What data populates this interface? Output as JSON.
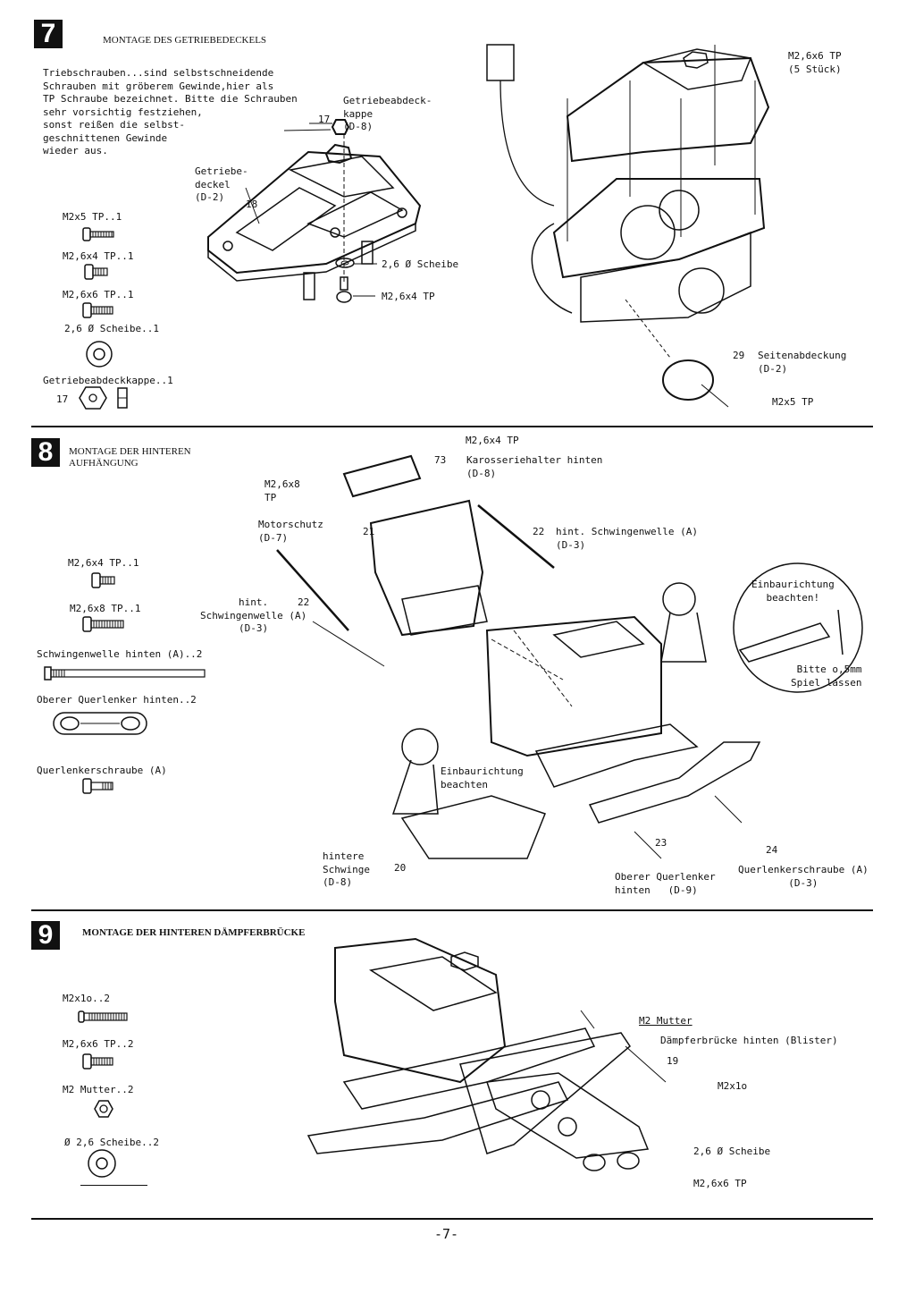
{
  "page_number": "-7-",
  "step7": {
    "number": "7",
    "title": "MONTAGE DES GETRIEBEDECKELS",
    "instructions": "Triebschrauben...sind selbstschneidende\nSchrauben mit gröberem Gewinde,hier als\nTP Schraube bezeichnet. Bitte die Schrauben\nsehr vorsichtig festziehen,\nsonst reißen die selbst-\ngeschnittenen Gewinde\nwieder aus.",
    "parts": [
      "M2x5 TP..1",
      "M2,6x4 TP..1",
      "M2,6x6 TP..1",
      "2,6 Ø Scheibe..1",
      "Getriebeabdeckkappe..1"
    ],
    "part_cap_number": "17",
    "labels": {
      "cap": "Getriebeabdeck-\nkappe\n(D-8)",
      "cap_num": "17",
      "cover": "Getriebe-\ndeckel\n(D-2)",
      "cover_num": "18",
      "washer": "2,6 Ø Scheibe",
      "screw": "M2,6x4 TP",
      "screws_right": "M2,6x6 TP\n(5 Stück)",
      "side_num": "29",
      "side_cover": "Seitenabdeckung\n(D-2)",
      "side_screw": "M2x5 TP"
    }
  },
  "step8": {
    "number": "8",
    "title": "MONTAGE DER HINTEREN\nAUFHÄNGUNG",
    "parts": [
      "M2,6x4 TP..1",
      "M2,6x8 TP..1",
      "Schwingenwelle hinten (A)..2",
      "Oberer Querlenker hinten..2",
      "Querlenkerschraube (A)"
    ],
    "labels": {
      "screw_top": "M2,6x4 TP",
      "holder_num": "73",
      "holder": "Karosseriehalter hinten\n(D-8)",
      "screw_left": "M2,6x8\nTP",
      "guard": "Motorschutz\n(D-7)",
      "guard_num": "21",
      "shaft_num_r": "22",
      "shaft_r": "hint. Schwingenwelle (A)\n(D-3)",
      "shaft_num_l": "22",
      "shaft_l": "hint.\nSchwingenwelle (A)\n(D-3)",
      "bubble": "Einbaurichtung\nbeachten!",
      "play": "Bitte o,5mm\nSpiel lassen",
      "direction": "Einbaurichtung\nbeachten",
      "arm": "hintere\nSchwinge\n(D-8)",
      "arm_num": "20",
      "num23": "23",
      "upper_arm": "Oberer Querlenker\nhinten   (D-9)",
      "num24": "24",
      "arm_screw": "Querlenkerschraube (A)\n(D-3)"
    }
  },
  "step9": {
    "number": "9",
    "title": "MONTAGE DER HINTEREN DÄMPFERBRÜCKE",
    "parts": [
      "M2x1o..2",
      "M2,6x6 TP..2",
      "M2 Mutter..2",
      "Ø 2,6 Scheibe..2"
    ],
    "labels": {
      "nut": "M2 Mutter",
      "bridge": "Dämpferbrücke hinten (Blister)",
      "bridge_num": "19",
      "bolt": "M2x1o",
      "washer": "2,6 Ø Scheibe",
      "screw": "M2,6x6 TP"
    }
  }
}
